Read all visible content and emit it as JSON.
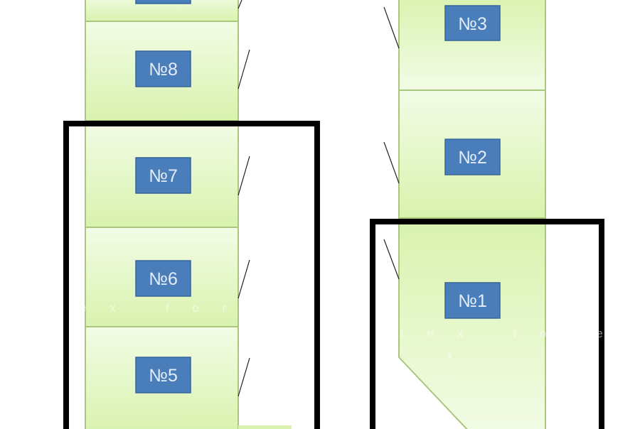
{
  "sections": [
    {
      "id": "top-partial",
      "label": ""
    },
    {
      "id": "s8",
      "label": "№8"
    },
    {
      "id": "s7",
      "label": "№7"
    },
    {
      "id": "s6",
      "label": "№6"
    },
    {
      "id": "s5",
      "label": "№5"
    },
    {
      "id": "s3",
      "label": "№3"
    },
    {
      "id": "s2",
      "label": "№2"
    },
    {
      "id": "s1",
      "label": "№1"
    }
  ],
  "watermark": {
    "left": "e x   f o r t",
    "right": "t e x   f o   e",
    "marker": "x"
  },
  "colors": {
    "section_fill": "#e6f7c8",
    "section_border": "#a9c77d",
    "label_fill": "#4a7ebb",
    "label_border": "#37659a",
    "frame": "#000000"
  }
}
